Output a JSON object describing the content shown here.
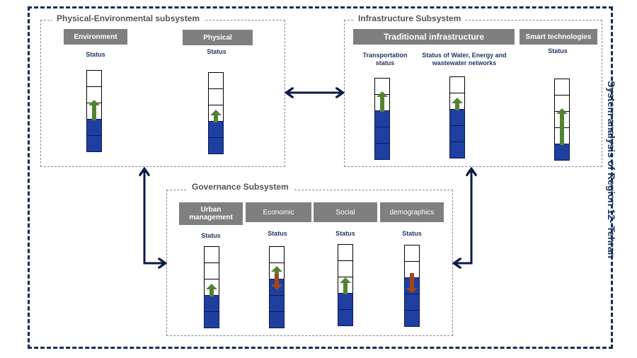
{
  "side_title": "System analysis of Region 12- Tehran",
  "subsystems": {
    "physical_env": {
      "title": "Physical-Environmental subsystem",
      "indicators": [
        {
          "header": "Environment",
          "status": "Status",
          "filled": 2,
          "arrow": "up",
          "arrow_len": 1
        },
        {
          "header": "Physical",
          "status": "Status",
          "filled": 2,
          "arrow": "up",
          "arrow_len": 0.5
        }
      ]
    },
    "infrastructure": {
      "title": "Infrastructure Subsystem",
      "group_header": "Traditional infrastructure",
      "smart_header": "Smart technologies",
      "indicators": [
        {
          "status": "Transportation\nstatus",
          "filled": 3,
          "arrow": "up",
          "arrow_len": 1
        },
        {
          "status": "Status of Water, Energy and\nwastewater networks",
          "filled": 3,
          "arrow": "up",
          "arrow_len": 0.5
        },
        {
          "status": "Status",
          "filled": 1,
          "arrow": "up",
          "arrow_len": 2
        }
      ]
    },
    "governance": {
      "title": "Governance Subsystem",
      "indicators": [
        {
          "header": "Urban\nmanagement",
          "status": "Status",
          "filled": 2,
          "arrow": "up",
          "arrow_len": 0.5
        },
        {
          "header": "Economic",
          "status": "Status",
          "filled": 3,
          "arrow": "both",
          "arrow_len": 1
        },
        {
          "header": "Social",
          "status": "Status",
          "filled": 2,
          "arrow": "up",
          "arrow_len": 0.8
        },
        {
          "header": "demographics",
          "status": "Status",
          "filled": 3,
          "arrow": "down",
          "arrow_len": 1
        }
      ]
    }
  },
  "colors": {
    "fill": "#1f3fa0",
    "arrow_up": "#548235",
    "arrow_down": "#a0451a",
    "connector": "#0e1a45"
  }
}
